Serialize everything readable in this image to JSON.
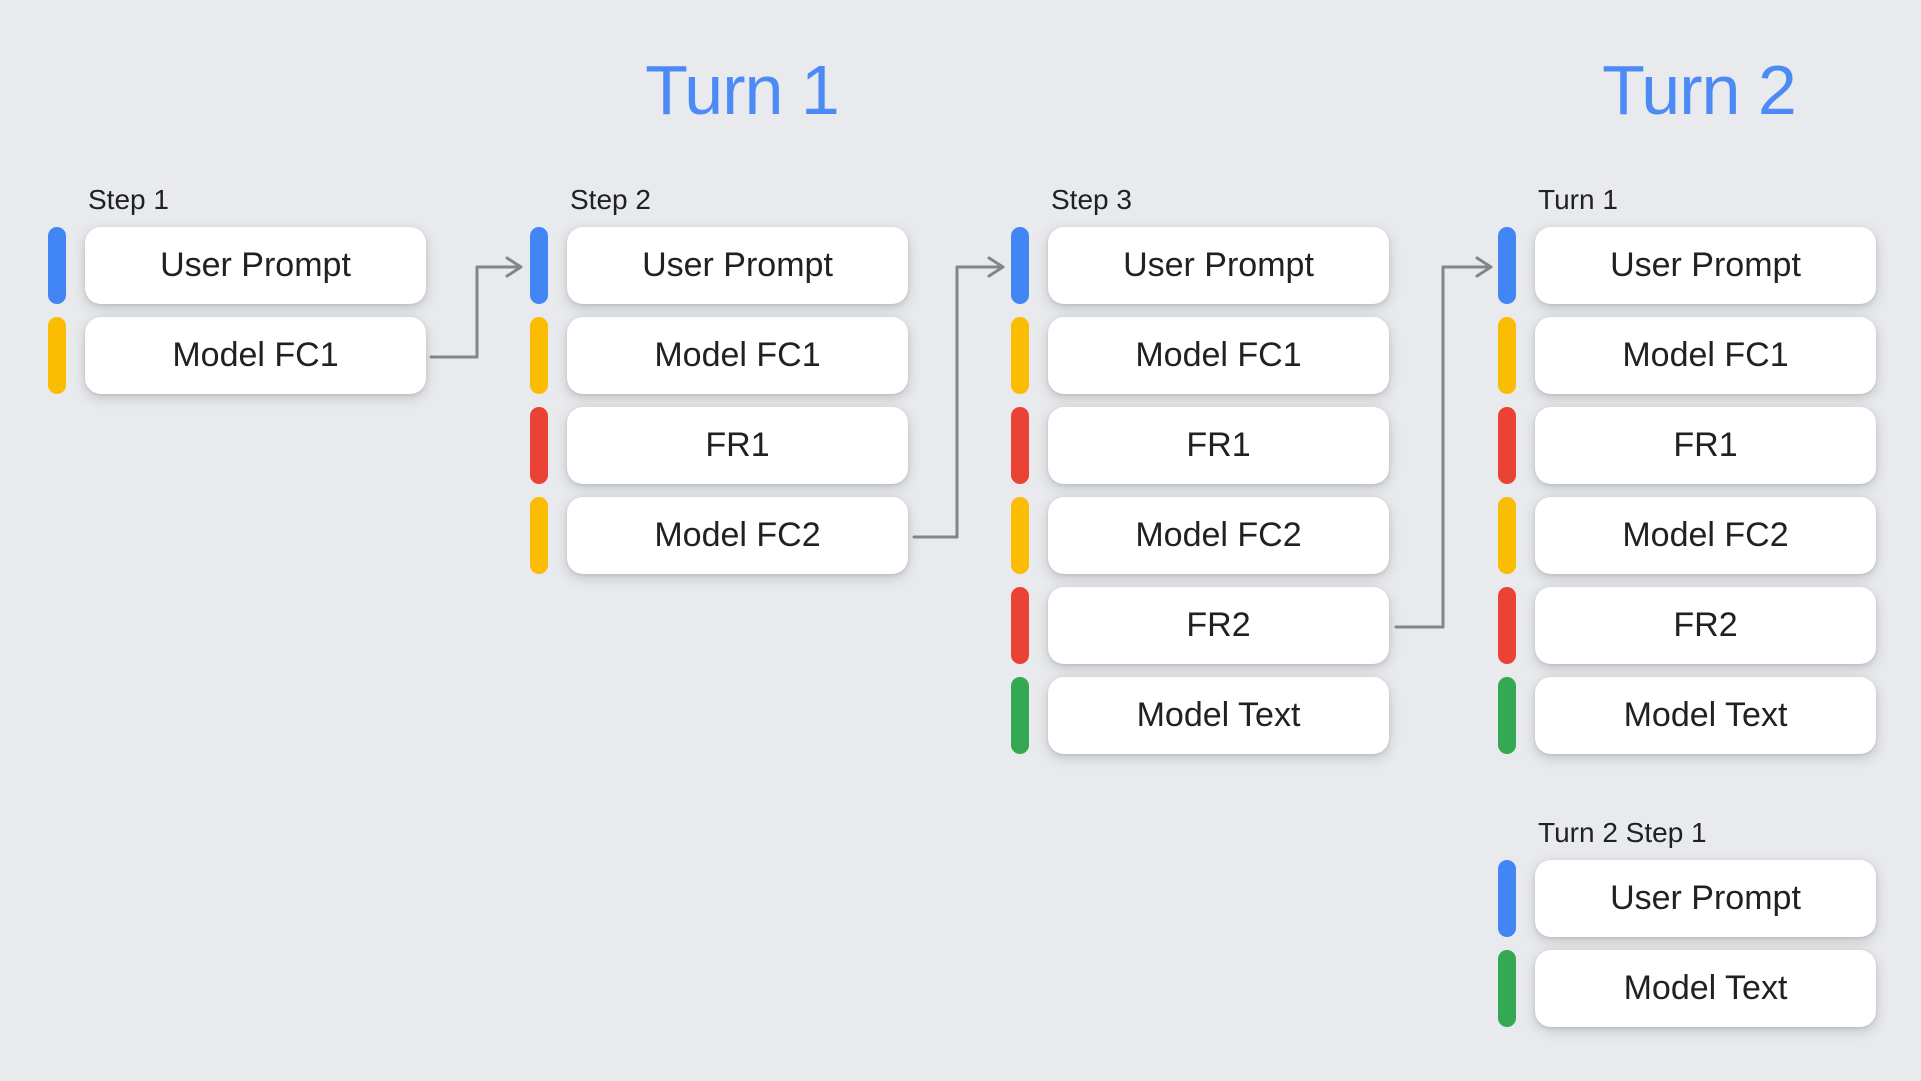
{
  "titles": {
    "turn1": "Turn 1",
    "turn2": "Turn 2"
  },
  "palette": {
    "background": "#E8EAED",
    "card_background": "#FFFFFF",
    "card_text": "#202124",
    "title_blue": "#4C8BF5",
    "arrow_gray": "#80868B",
    "role_colors": {
      "user_prompt": "#4285F4",
      "model_function_call": "#FBBC04",
      "function_response": "#EA4335",
      "model_text": "#34A853"
    }
  },
  "columns": [
    {
      "label": "Step 1",
      "items": [
        {
          "label": "User Prompt",
          "role": "user_prompt"
        },
        {
          "label": "Model FC1",
          "role": "model_function_call"
        }
      ]
    },
    {
      "label": "Step 2",
      "items": [
        {
          "label": "User Prompt",
          "role": "user_prompt"
        },
        {
          "label": "Model FC1",
          "role": "model_function_call"
        },
        {
          "label": "FR1",
          "role": "function_response"
        },
        {
          "label": "Model FC2",
          "role": "model_function_call"
        }
      ]
    },
    {
      "label": "Step 3",
      "items": [
        {
          "label": "User Prompt",
          "role": "user_prompt"
        },
        {
          "label": "Model FC1",
          "role": "model_function_call"
        },
        {
          "label": "FR1",
          "role": "function_response"
        },
        {
          "label": "Model FC2",
          "role": "model_function_call"
        },
        {
          "label": "FR2",
          "role": "function_response"
        },
        {
          "label": "Model Text",
          "role": "model_text"
        }
      ]
    },
    {
      "label": "Turn 1",
      "items": [
        {
          "label": "User Prompt",
          "role": "user_prompt"
        },
        {
          "label": "Model FC1",
          "role": "model_function_call"
        },
        {
          "label": "FR1",
          "role": "function_response"
        },
        {
          "label": "Model FC2",
          "role": "model_function_call"
        },
        {
          "label": "FR2",
          "role": "function_response"
        },
        {
          "label": "Model Text",
          "role": "model_text"
        }
      ]
    },
    {
      "label": "Turn 2 Step 1",
      "items": [
        {
          "label": "User Prompt",
          "role": "user_prompt"
        },
        {
          "label": "Model Text",
          "role": "model_text"
        }
      ]
    }
  ],
  "arrows": [
    {
      "from": "Step 1 / Model FC1",
      "to": "Step 2 / User Prompt"
    },
    {
      "from": "Step 2 / Model FC2",
      "to": "Step 3 / User Prompt"
    },
    {
      "from": "Step 3 / FR2",
      "to": "Turn 1 / User Prompt"
    }
  ]
}
